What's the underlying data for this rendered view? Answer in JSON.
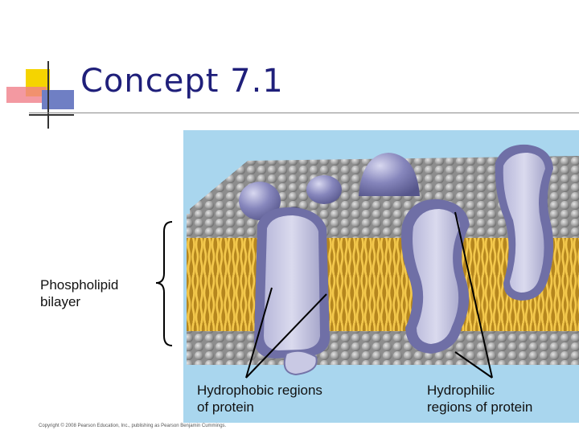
{
  "slide": {
    "title": "Concept 7.1",
    "copyright": "Copyright © 2008 Pearson Education, Inc., publishing as Pearson Benjamin Cummings."
  },
  "diagram": {
    "labels": {
      "phospholipid_bilayer": "Phospholipid\nbilayer",
      "hydrophobic_regions": "Hydrophobic regions\nof protein",
      "hydrophilic_regions": "Hydrophilic\nregions of protein"
    }
  },
  "colors": {
    "background_water": "#a9d6ee",
    "head_gray": "#9a9a9a",
    "tail_yellow": "#e6b53c",
    "protein_outer": "#7676aa",
    "protein_inner": "#c8c8e2",
    "title": "#1f1f7a"
  }
}
